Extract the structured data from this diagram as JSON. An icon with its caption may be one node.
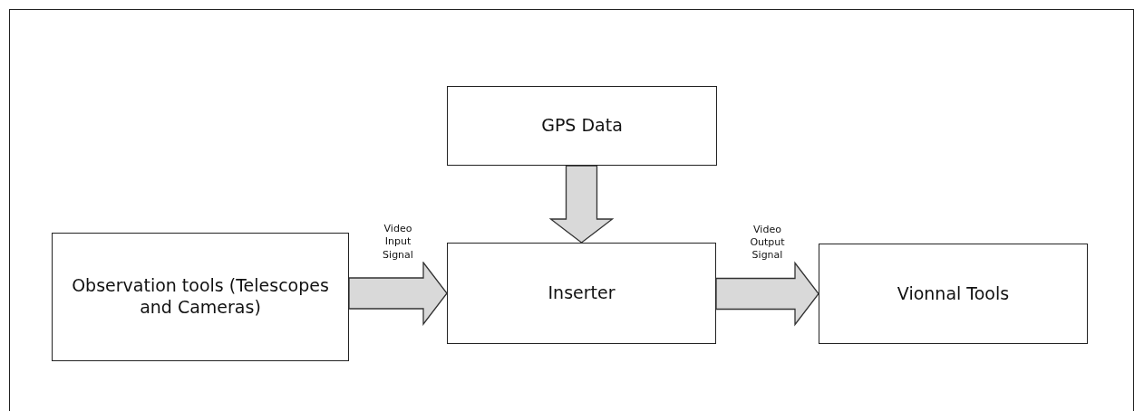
{
  "diagram": {
    "nodes": [
      {
        "text": [
          "GPS Data"
        ]
      },
      {
        "text": [
          "Observation tools (Telescopes and Cameras)"
        ]
      },
      {
        "text": [
          "Inserter"
        ]
      },
      {
        "text": [
          "Vionnal Tools"
        ]
      }
    ],
    "edges": [
      {
        "from": 0,
        "to": 2,
        "arrow": "to"
      },
      {
        "from": 1,
        "to": 2,
        "arrow": "to",
        "label": "Video Input Signal"
      },
      {
        "from": 2,
        "to": 3,
        "arrow": "to",
        "label": "Video Output Signal"
      }
    ]
  }
}
